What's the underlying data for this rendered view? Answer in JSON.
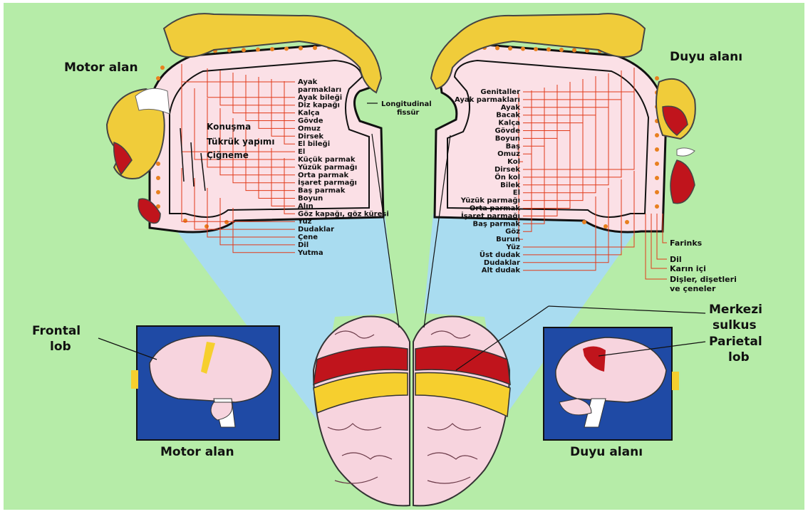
{
  "titles": {
    "motor_top": "Motor alan",
    "sensory_top": "Duyu alanı",
    "motor_bottom": "Motor alan",
    "sensory_bottom": "Duyu alanı"
  },
  "callouts": {
    "longitudinal_line1": "Longitudinal",
    "longitudinal_line2": "fissür",
    "frontal_line1": "Frontal",
    "frontal_line2": "lob",
    "central_line1": "Merkezi",
    "central_line2": "sulkus",
    "parietal_line1": "Parietal",
    "parietal_line2": "lob"
  },
  "motor_labels": [
    "Ayak",
    "parmakları",
    "Ayak bileği",
    "Diz kapağı",
    "Kalça",
    "Gövde",
    "Omuz",
    "Dirsek",
    "El bileği",
    "El",
    "Küçük parmak",
    "Yüzük parmağı",
    "Orta parmak",
    "İşaret parmağı",
    "Baş parmak",
    "Boyun",
    "Alın",
    "Göz kapağı, göz küresi",
    "Yüz",
    "Dudaklar",
    "Çene",
    "Dil",
    "Yutma"
  ],
  "motor_face_labels": [
    "Konuşma",
    "Tükrük yapımı",
    "Çiğneme"
  ],
  "sensory_labels": [
    "Genitaller",
    "Ayak parmakları",
    "Ayak",
    "Bacak",
    "Kalça",
    "Gövde",
    "Boyun",
    "Baş",
    "Omuz",
    "Kol",
    "Dirsek",
    "Ön kol",
    "Bilek",
    "El",
    "Yüzük parmağı",
    "Orta parmak",
    "İşaret parmağı",
    "Baş parmak",
    "Göz",
    "Burun",
    "Yüz",
    "Üst dudak",
    "Dudaklar",
    "Alt dudak"
  ],
  "sensory_right_labels": [
    "Farinks",
    "Dil",
    "Karın içi",
    "Dişler, dişetleri",
    "ve çeneler"
  ],
  "colors": {
    "background": "#b6eca8",
    "cortex": "#fbe0e6",
    "leader": "#e23a1a",
    "projection": "#a9dcf0",
    "motor_strip": "#c0141c",
    "sensory_strip": "#f6cf2e",
    "panel": "#1f4aa5",
    "homunculus": "#f0cc3a"
  }
}
